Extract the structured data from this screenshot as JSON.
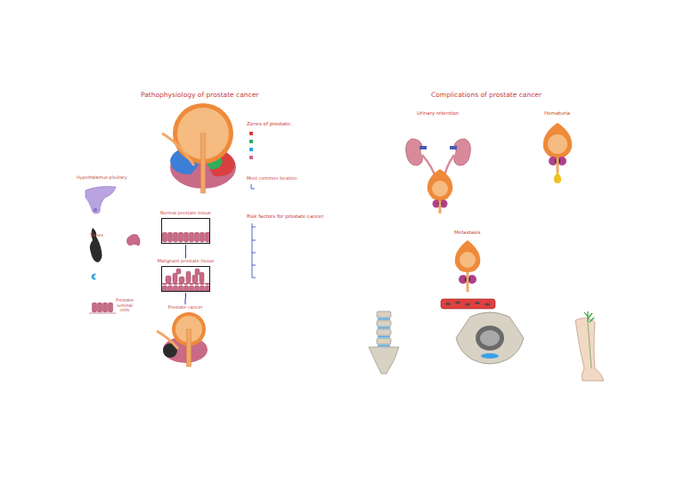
{
  "diagram": {
    "title": "Pathophysiology of prostate cancer",
    "nodes": [
      {
        "text": [
          "Normal prostate tissue"
        ]
      },
      {
        "text": [
          "Malignant prostate tissue"
        ]
      },
      {
        "text": [
          "Prostate cancer"
        ]
      }
    ],
    "edges": [
      {
        "from": 0,
        "to": 1,
        "arrow": "none"
      },
      {
        "from": 1,
        "to": 2,
        "arrow": "none"
      }
    ],
    "labels": [
      "Complications of prostate cancer",
      "Zones of prostate:",
      "Most common location",
      "Risk factors for prostate cancer",
      "Hypothalamus-pituitary",
      "Testes",
      "Prostate luminal cells",
      "Urinary retention",
      "Hematuria",
      "Metastasis"
    ]
  }
}
